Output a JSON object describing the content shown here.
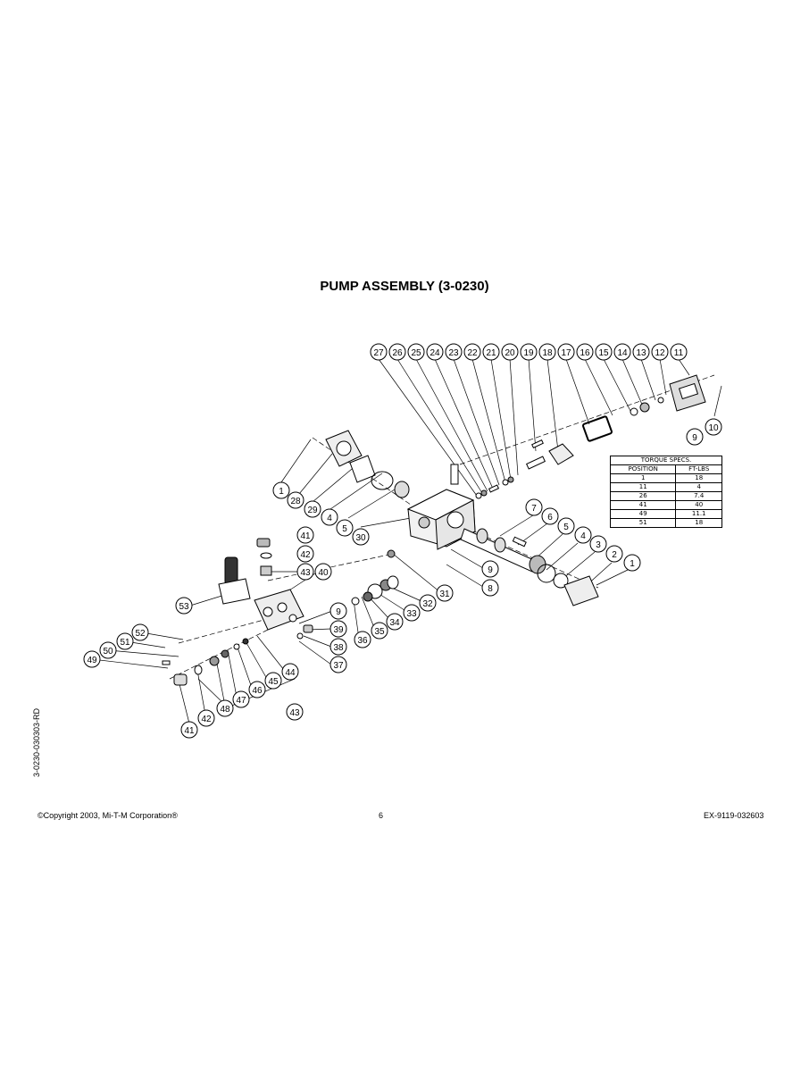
{
  "title": "PUMP ASSEMBLY (3-0230)",
  "side_code": "3-0230-030303-RD",
  "footer": {
    "copyright": "©Copyright  2003, Mi-T-M Corporation®",
    "page": "6",
    "doc_code": "EX-9119-032603"
  },
  "torque_table": {
    "title": "TORQUE SPECS.",
    "headers": [
      "POSITION",
      "FT-LBS"
    ],
    "rows": [
      [
        "1",
        "18"
      ],
      [
        "11",
        "4"
      ],
      [
        "26",
        "7.4"
      ],
      [
        "41",
        "40"
      ],
      [
        "49",
        "11.1"
      ],
      [
        "51",
        "18"
      ]
    ]
  },
  "callouts": {
    "top_row": [
      "27",
      "26",
      "25",
      "24",
      "23",
      "22",
      "21",
      "20",
      "19",
      "18",
      "17",
      "16",
      "15",
      "14",
      "13",
      "12",
      "11"
    ],
    "c9": "9",
    "c10": "10",
    "c1a": "1",
    "c28": "28",
    "c29": "29",
    "c4a": "4",
    "c5a": "5",
    "c30": "30",
    "c7": "7",
    "c6": "6",
    "c5b": "5",
    "c4b": "4",
    "c3": "3",
    "c2": "2",
    "c1b": "1",
    "c9b": "9",
    "c8": "8",
    "c41a": "41",
    "c42a": "42",
    "c43a": "43",
    "c40": "40",
    "c53": "53",
    "c31": "31",
    "c32": "32",
    "c33": "33",
    "c34": "34",
    "c35": "35",
    "c36": "36",
    "c9c": "9",
    "c39": "39",
    "c38": "38",
    "c37": "37",
    "c52": "52",
    "c51": "51",
    "c50": "50",
    "c49": "49",
    "c44": "44",
    "c45": "45",
    "c46": "46",
    "c47": "47",
    "c48": "48",
    "c42b": "42",
    "c41b": "41",
    "c43b": "43"
  }
}
